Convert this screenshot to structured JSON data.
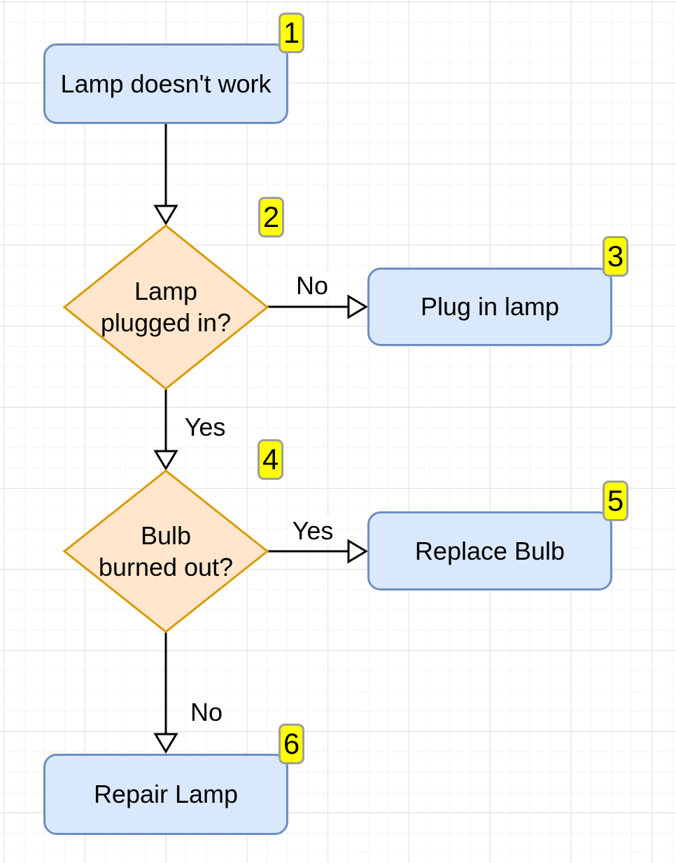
{
  "flowchart": {
    "nodes": [
      {
        "mark": "1",
        "label": "Lamp doesn't work",
        "shape": "rounded-rectangle"
      },
      {
        "mark": "2",
        "label": "Lamp\nplugged in?",
        "shape": "diamond"
      },
      {
        "mark": "3",
        "label": "Plug in lamp",
        "shape": "rounded-rectangle"
      },
      {
        "mark": "4",
        "label": "Bulb\nburned out?",
        "shape": "diamond"
      },
      {
        "mark": "5",
        "label": "Replace Bulb",
        "shape": "rounded-rectangle"
      },
      {
        "mark": "6",
        "label": "Repair Lamp",
        "shape": "rounded-rectangle"
      }
    ],
    "edges": [
      {
        "from": "1",
        "to": "2",
        "label": ""
      },
      {
        "from": "2",
        "to": "3",
        "label": "No"
      },
      {
        "from": "2",
        "to": "4",
        "label": "Yes"
      },
      {
        "from": "4",
        "to": "5",
        "label": "Yes"
      },
      {
        "from": "4",
        "to": "6",
        "label": "No"
      }
    ],
    "colors": {
      "process_fill": "#dae8fc",
      "process_stroke": "#6c8ebf",
      "decision_fill": "#ffe6cc",
      "decision_stroke": "#d79b00",
      "badge_fill": "#ffff00",
      "badge_stroke": "#9e9e9e",
      "arrow": "#000000",
      "grid_minor": "#f4f4f4",
      "grid_major": "#e0e0e0",
      "background": "#ffffff"
    }
  }
}
